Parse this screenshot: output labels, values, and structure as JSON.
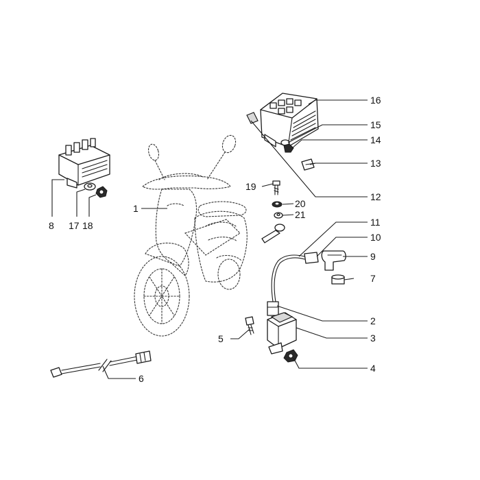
{
  "callouts": [
    {
      "id": "c1",
      "label": "1"
    },
    {
      "id": "c2",
      "label": "2"
    },
    {
      "id": "c3",
      "label": "3"
    },
    {
      "id": "c4",
      "label": "4"
    },
    {
      "id": "c5",
      "label": "5"
    },
    {
      "id": "c6",
      "label": "6"
    },
    {
      "id": "c7",
      "label": "7"
    },
    {
      "id": "c8",
      "label": "8"
    },
    {
      "id": "c9",
      "label": "9"
    },
    {
      "id": "c10",
      "label": "10"
    },
    {
      "id": "c11",
      "label": "11"
    },
    {
      "id": "c12",
      "label": "12"
    },
    {
      "id": "c13",
      "label": "13"
    },
    {
      "id": "c14",
      "label": "14"
    },
    {
      "id": "c15",
      "label": "15"
    },
    {
      "id": "c16",
      "label": "16"
    },
    {
      "id": "c17",
      "label": "17"
    },
    {
      "id": "c18",
      "label": "18"
    },
    {
      "id": "c19",
      "label": "19"
    },
    {
      "id": "c20",
      "label": "20"
    },
    {
      "id": "c21",
      "label": "21"
    }
  ],
  "colors": {
    "ink": "#1a1a1a",
    "background": "#ffffff"
  }
}
